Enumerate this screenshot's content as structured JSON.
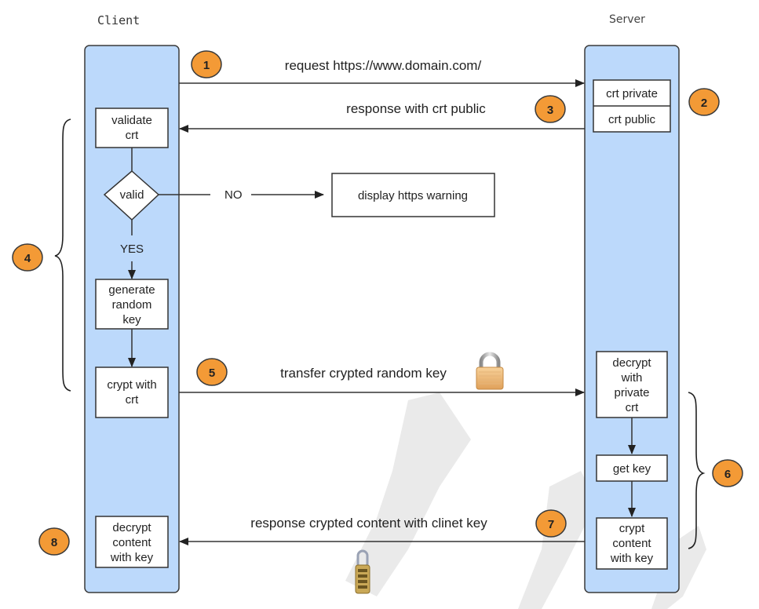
{
  "diagram": {
    "title_client": "Client",
    "title_server": "Server",
    "colors": {
      "lane_fill": "#bcd9fb",
      "badge_fill": "#f39a36",
      "box_fill": "#ffffff",
      "stroke": "#333333"
    },
    "client_nodes": {
      "validate": [
        "validate",
        "crt"
      ],
      "valid_decision": "valid",
      "yes_label": "YES",
      "no_label": "NO",
      "generate": [
        "generate",
        "random",
        "key"
      ],
      "crypt": [
        "crypt with",
        "crt"
      ],
      "decrypt_content": [
        "decrypt",
        "content",
        "with key"
      ]
    },
    "warning_box": "display https warning",
    "server_nodes": {
      "crt_private": "crt private",
      "crt_public": "crt public",
      "decrypt_private": [
        "decrypt",
        "with",
        "private",
        "crt"
      ],
      "get_key": "get key",
      "crypt_content": [
        "crypt",
        "content",
        "with key"
      ]
    },
    "messages": {
      "request": "request https://www.domain.com/",
      "response_public": "response with crt public",
      "transfer_key": "transfer crypted random key",
      "response_content": "response crypted content with clinet key"
    },
    "steps": [
      "1",
      "2",
      "3",
      "4",
      "5",
      "6",
      "7",
      "8"
    ],
    "icons": {
      "lock_open_gold": "padlock-icon",
      "combination_lock": "combination-lock-icon"
    }
  }
}
